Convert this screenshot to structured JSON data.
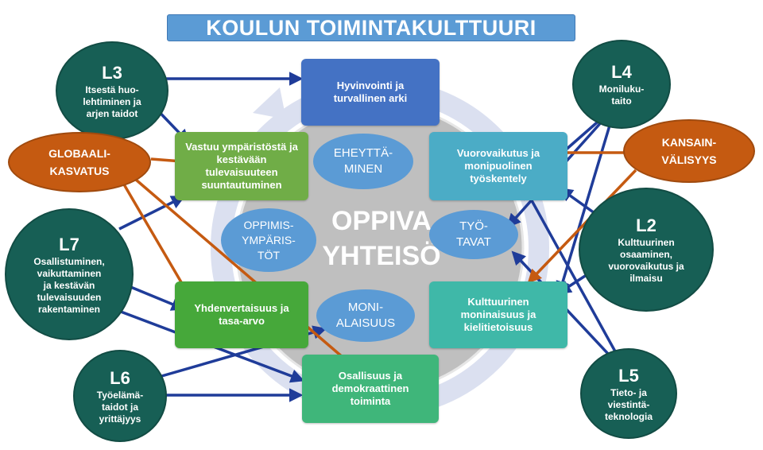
{
  "title": "KOULUN TOIMINTAKULTTUURI",
  "center": "OPPIVA\nYHTEISÖ",
  "inner": {
    "eheyttaminen": "EHEYTTÄ-\nMINEN",
    "tyotavat": "TYÖ-\nTAVAT",
    "monialaisuus": "MONI-\nALAISUUS",
    "oppimisymparistot": "OPPIMIS-\nYMPÄRIS-\nTÖT"
  },
  "boxes": {
    "hyvinvointi": "Hyvinvointi ja\nturvallinen arki",
    "vastuu": "Vastuu ympäristöstä ja\nkestävään\ntulevaisuuteen\nsuuntautuminen",
    "vuorovaikutus": "Vuorovaikutus ja\nmonipuolinen\ntyöskentely",
    "yhdenvertaisuus": "Yhdenvertaisuus ja\ntasa-arvo",
    "kulttuurinen": "Kulttuurinen\nmoninaisuus ja\nkielitietoisuus",
    "osallisuus": "Osallisuus ja\ndemokraattinen\ntoiminta"
  },
  "competences": {
    "l3": {
      "code": "L3",
      "desc": "Itsestä huo-\nlehtiminen ja\narjen taidot"
    },
    "l7": {
      "code": "L7",
      "desc": "Osallistuminen,\nvaikuttaminen\nja kestävän\ntulevaisuuden\nrakentaminen"
    },
    "l6": {
      "code": "L6",
      "desc": "Työelämä-\ntaidot ja\nyrittäjyys"
    },
    "l4": {
      "code": "L4",
      "desc": "Moniluku-\ntaito"
    },
    "l2": {
      "code": "L2",
      "desc": "Kulttuurinen\nosaaminen,\nvuorovaikutus ja\nilmaisu"
    },
    "l5": {
      "code": "L5",
      "desc": "Tieto- ja\nviestintä-\nteknologia"
    }
  },
  "themes": {
    "globaali": "GLOBAALI-\nKASVATUS",
    "kansain": "KANSAIN-\nVÄLISYYS"
  },
  "colors": {
    "title": "#5b9bd5",
    "competence": "#175f55",
    "theme": "#c55a11",
    "arrow_blue": "#1f3c99",
    "arrow_orange": "#c55a11",
    "ring": "#dbe0f0",
    "center": "#bfbfbf",
    "box_blue": "#4472c4",
    "box_green": "#70ad47",
    "box_teal": "#4bacc6",
    "box_teal2": "#3fb8a8",
    "box_green2": "#3fb67a",
    "inner_oval": "#5b9bd5"
  }
}
